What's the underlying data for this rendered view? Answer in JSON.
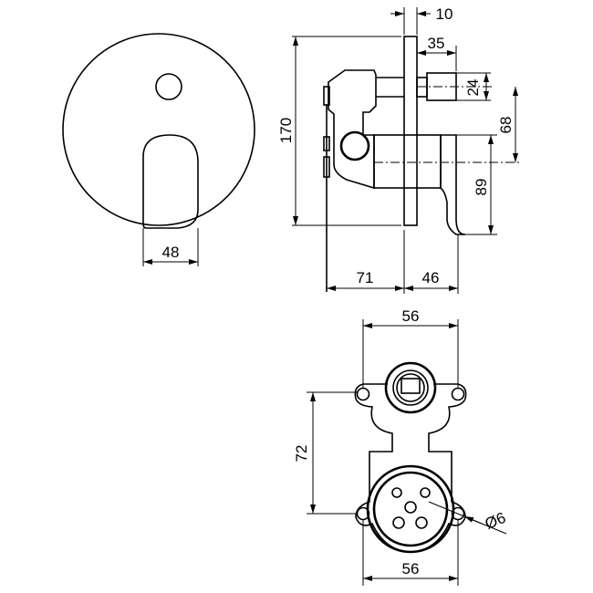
{
  "drawing": {
    "front_view": {
      "lever_width": "48"
    },
    "side_view": {
      "plate_thickness": "10",
      "outlet_projection": "35",
      "outlet_diameter": "24",
      "outlet_to_lever_axis": "68",
      "plate_height": "170",
      "lever_drop": "89",
      "body_depth": "71",
      "lever_projection": "46"
    },
    "rear_view": {
      "top_hole_spacing": "56",
      "vertical_hole_spacing": "72",
      "bottom_hole_spacing": "56",
      "hole_diameter": "Ø6"
    }
  }
}
